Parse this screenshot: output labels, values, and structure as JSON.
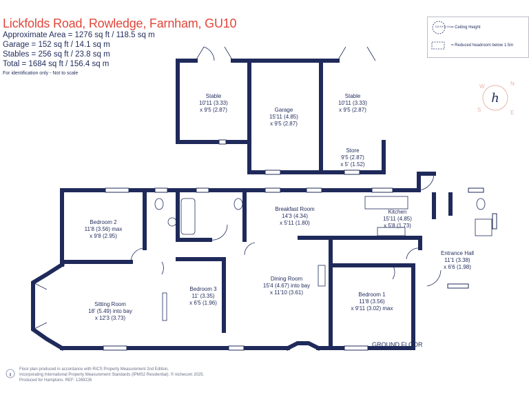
{
  "header": {
    "title": "Lickfolds Road, Rowledge, Farnham, GU10",
    "areas": [
      "Approximate Area = 1276  sq ft / 118.5  sq m",
      "Garage = 152 sq ft / 14.1  sq m",
      "Stables = 256 sq ft / 23.8  sq m",
      "Total = 1684 sq ft / 156.4 sq m"
    ],
    "note": "For identification only - Not to scale"
  },
  "legend": {
    "ceiling_icon_text": "CH\nX'X\"(X.XX)",
    "ceiling_height": "= Ceiling Height",
    "reduced_headroom": "= Reduced headroom below 1.5m"
  },
  "compass": {
    "n": "N",
    "e": "E",
    "s": "S",
    "w": "W",
    "logo": "h"
  },
  "rooms": {
    "stable_left": {
      "name": "Stable",
      "dim1": "10'11 (3.33)",
      "dim2": "x 9'5 (2.87)"
    },
    "garage": {
      "name": "Garage",
      "dim1": "15'11 (4.85)",
      "dim2": "x 9'5 (2.87)"
    },
    "stable_right": {
      "name": "Stable",
      "dim1": "10'11 (3.33)",
      "dim2": "x 9'5 (2.87)"
    },
    "store": {
      "name": "Store",
      "dim1": "9'5 (2.87)",
      "dim2": "x 5' (1.52)"
    },
    "bedroom2": {
      "name": "Bedroom 2",
      "dim1": "11'8 (3.56) max",
      "dim2": "x 9'8 (2.95)"
    },
    "breakfast": {
      "name": "Breakfast Room",
      "dim1": "14'3 (4.34)",
      "dim2": "x 5'11 (1.80)"
    },
    "kitchen": {
      "name": "Kitchen",
      "dim1": "15'11 (4.85)",
      "dim2": "x 5'8 (1.73)"
    },
    "entrance": {
      "name": "Entrance Hall",
      "dim1": "11'1 (3.38)",
      "dim2": "x 6'6 (1.98)"
    },
    "sitting": {
      "name": "Sitting Room",
      "dim1": "18' (5.49) into bay",
      "dim2": "x 12'3 (3.73)"
    },
    "bedroom3": {
      "name": "Bedroom 3",
      "dim1": "11' (3.35)",
      "dim2": "x 6'5 (1.96)"
    },
    "dining": {
      "name": "Dining Room",
      "dim1": "15'4 (4.67) into bay",
      "dim2": "x 11'10 (3.61)"
    },
    "bedroom1": {
      "name": "Bedroom 1",
      "dim1": "11'8 (3.56)",
      "dim2": "x 9'11 (3.02) max"
    }
  },
  "floor_label": "GROUND FLOOR",
  "footer": {
    "line1": "Floor plan produced in accordance with RICS Property Measurement 2nd Edition,",
    "line2": "Incorporating International Property Measurement Standards (IPMS2 Residential).  © nichecom 2025.",
    "line3": "Produced for Hamptons.    REF:  1269226"
  },
  "colors": {
    "wall": "#1f2a5a",
    "title": "#e0463a",
    "compass": "#e8b4a8"
  }
}
